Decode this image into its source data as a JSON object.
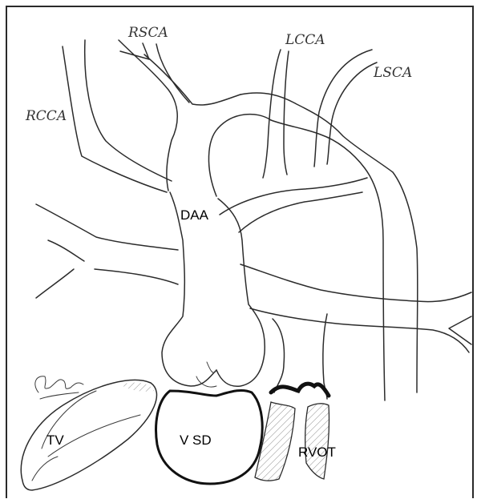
{
  "labels": {
    "rsca": "RSCA",
    "lcca": "LCCA",
    "lsca": "LSCA",
    "rcca": "RCCA",
    "daa": "DAA",
    "tv": "TV",
    "vsd": "V SD",
    "rvot": "RVOT"
  },
  "colors": {
    "ink": "#2b2b2b",
    "paper": "#ffffff",
    "dark_rim": "#111111"
  }
}
